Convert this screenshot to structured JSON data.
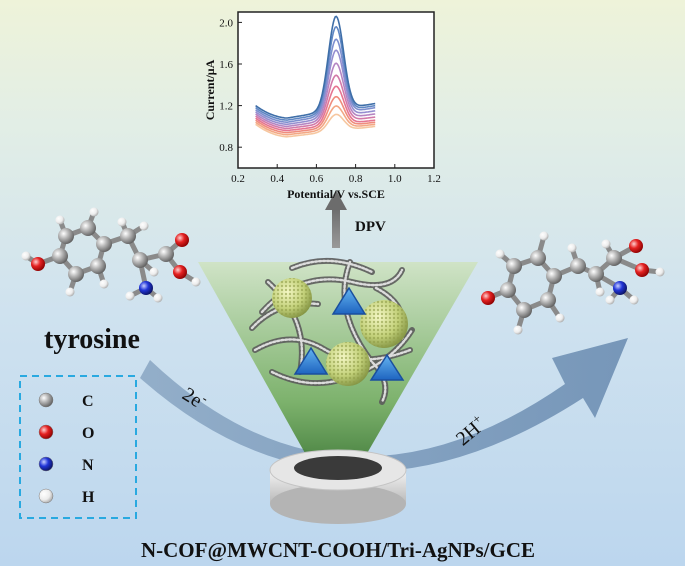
{
  "labels": {
    "reactant": "tyrosine",
    "left_arrow": "2e",
    "left_arrow_sup": "-",
    "right_arrow": "2H",
    "right_arrow_sup": "+",
    "technique": "DPV",
    "electrode": "N-COF@MWCNT-COOH/Tri-AgNPs/GCE"
  },
  "legend": {
    "items": [
      {
        "symbol": "C",
        "color": "#9a9a9a"
      },
      {
        "symbol": "O",
        "color": "#e02020"
      },
      {
        "symbol": "N",
        "color": "#1a2fd0"
      },
      {
        "symbol": "H",
        "color": "#f4f4f4"
      }
    ],
    "border_color": "#29a9e0"
  },
  "chart_data": {
    "type": "line",
    "xlabel": "Potential/V vs.SCE",
    "ylabel": "Current/μA",
    "xlim": [
      0.2,
      1.2
    ],
    "ylim": [
      0.6,
      2.1
    ],
    "xticks": [
      "0.2",
      "0.4",
      "0.6",
      "0.8",
      "1.0",
      "1.2"
    ],
    "yticks": [
      "0.8",
      "1.2",
      "1.6",
      "2.0"
    ],
    "x_range": [
      0.29,
      0.9
    ],
    "peak_potential": 0.7,
    "series": [
      {
        "baseline": 0.92,
        "peak": 1.08,
        "end": 1.0,
        "color": "#f6c7a0"
      },
      {
        "baseline": 0.94,
        "peak": 1.16,
        "end": 1.02,
        "color": "#f3a885"
      },
      {
        "baseline": 0.96,
        "peak": 1.25,
        "end": 1.04,
        "color": "#ef8c7d"
      },
      {
        "baseline": 0.98,
        "peak": 1.35,
        "end": 1.06,
        "color": "#e67591"
      },
      {
        "baseline": 1.0,
        "peak": 1.45,
        "end": 1.09,
        "color": "#d27aa9"
      },
      {
        "baseline": 1.02,
        "peak": 1.56,
        "end": 1.12,
        "color": "#b585c2"
      },
      {
        "baseline": 1.04,
        "peak": 1.68,
        "end": 1.15,
        "color": "#958ed0"
      },
      {
        "baseline": 1.06,
        "peak": 1.78,
        "end": 1.18,
        "color": "#7d8fcf"
      },
      {
        "baseline": 1.08,
        "peak": 1.9,
        "end": 1.2,
        "color": "#5f87c4"
      },
      {
        "baseline": 1.1,
        "peak": 2.0,
        "end": 1.22,
        "color": "#3e6ea8"
      }
    ]
  }
}
